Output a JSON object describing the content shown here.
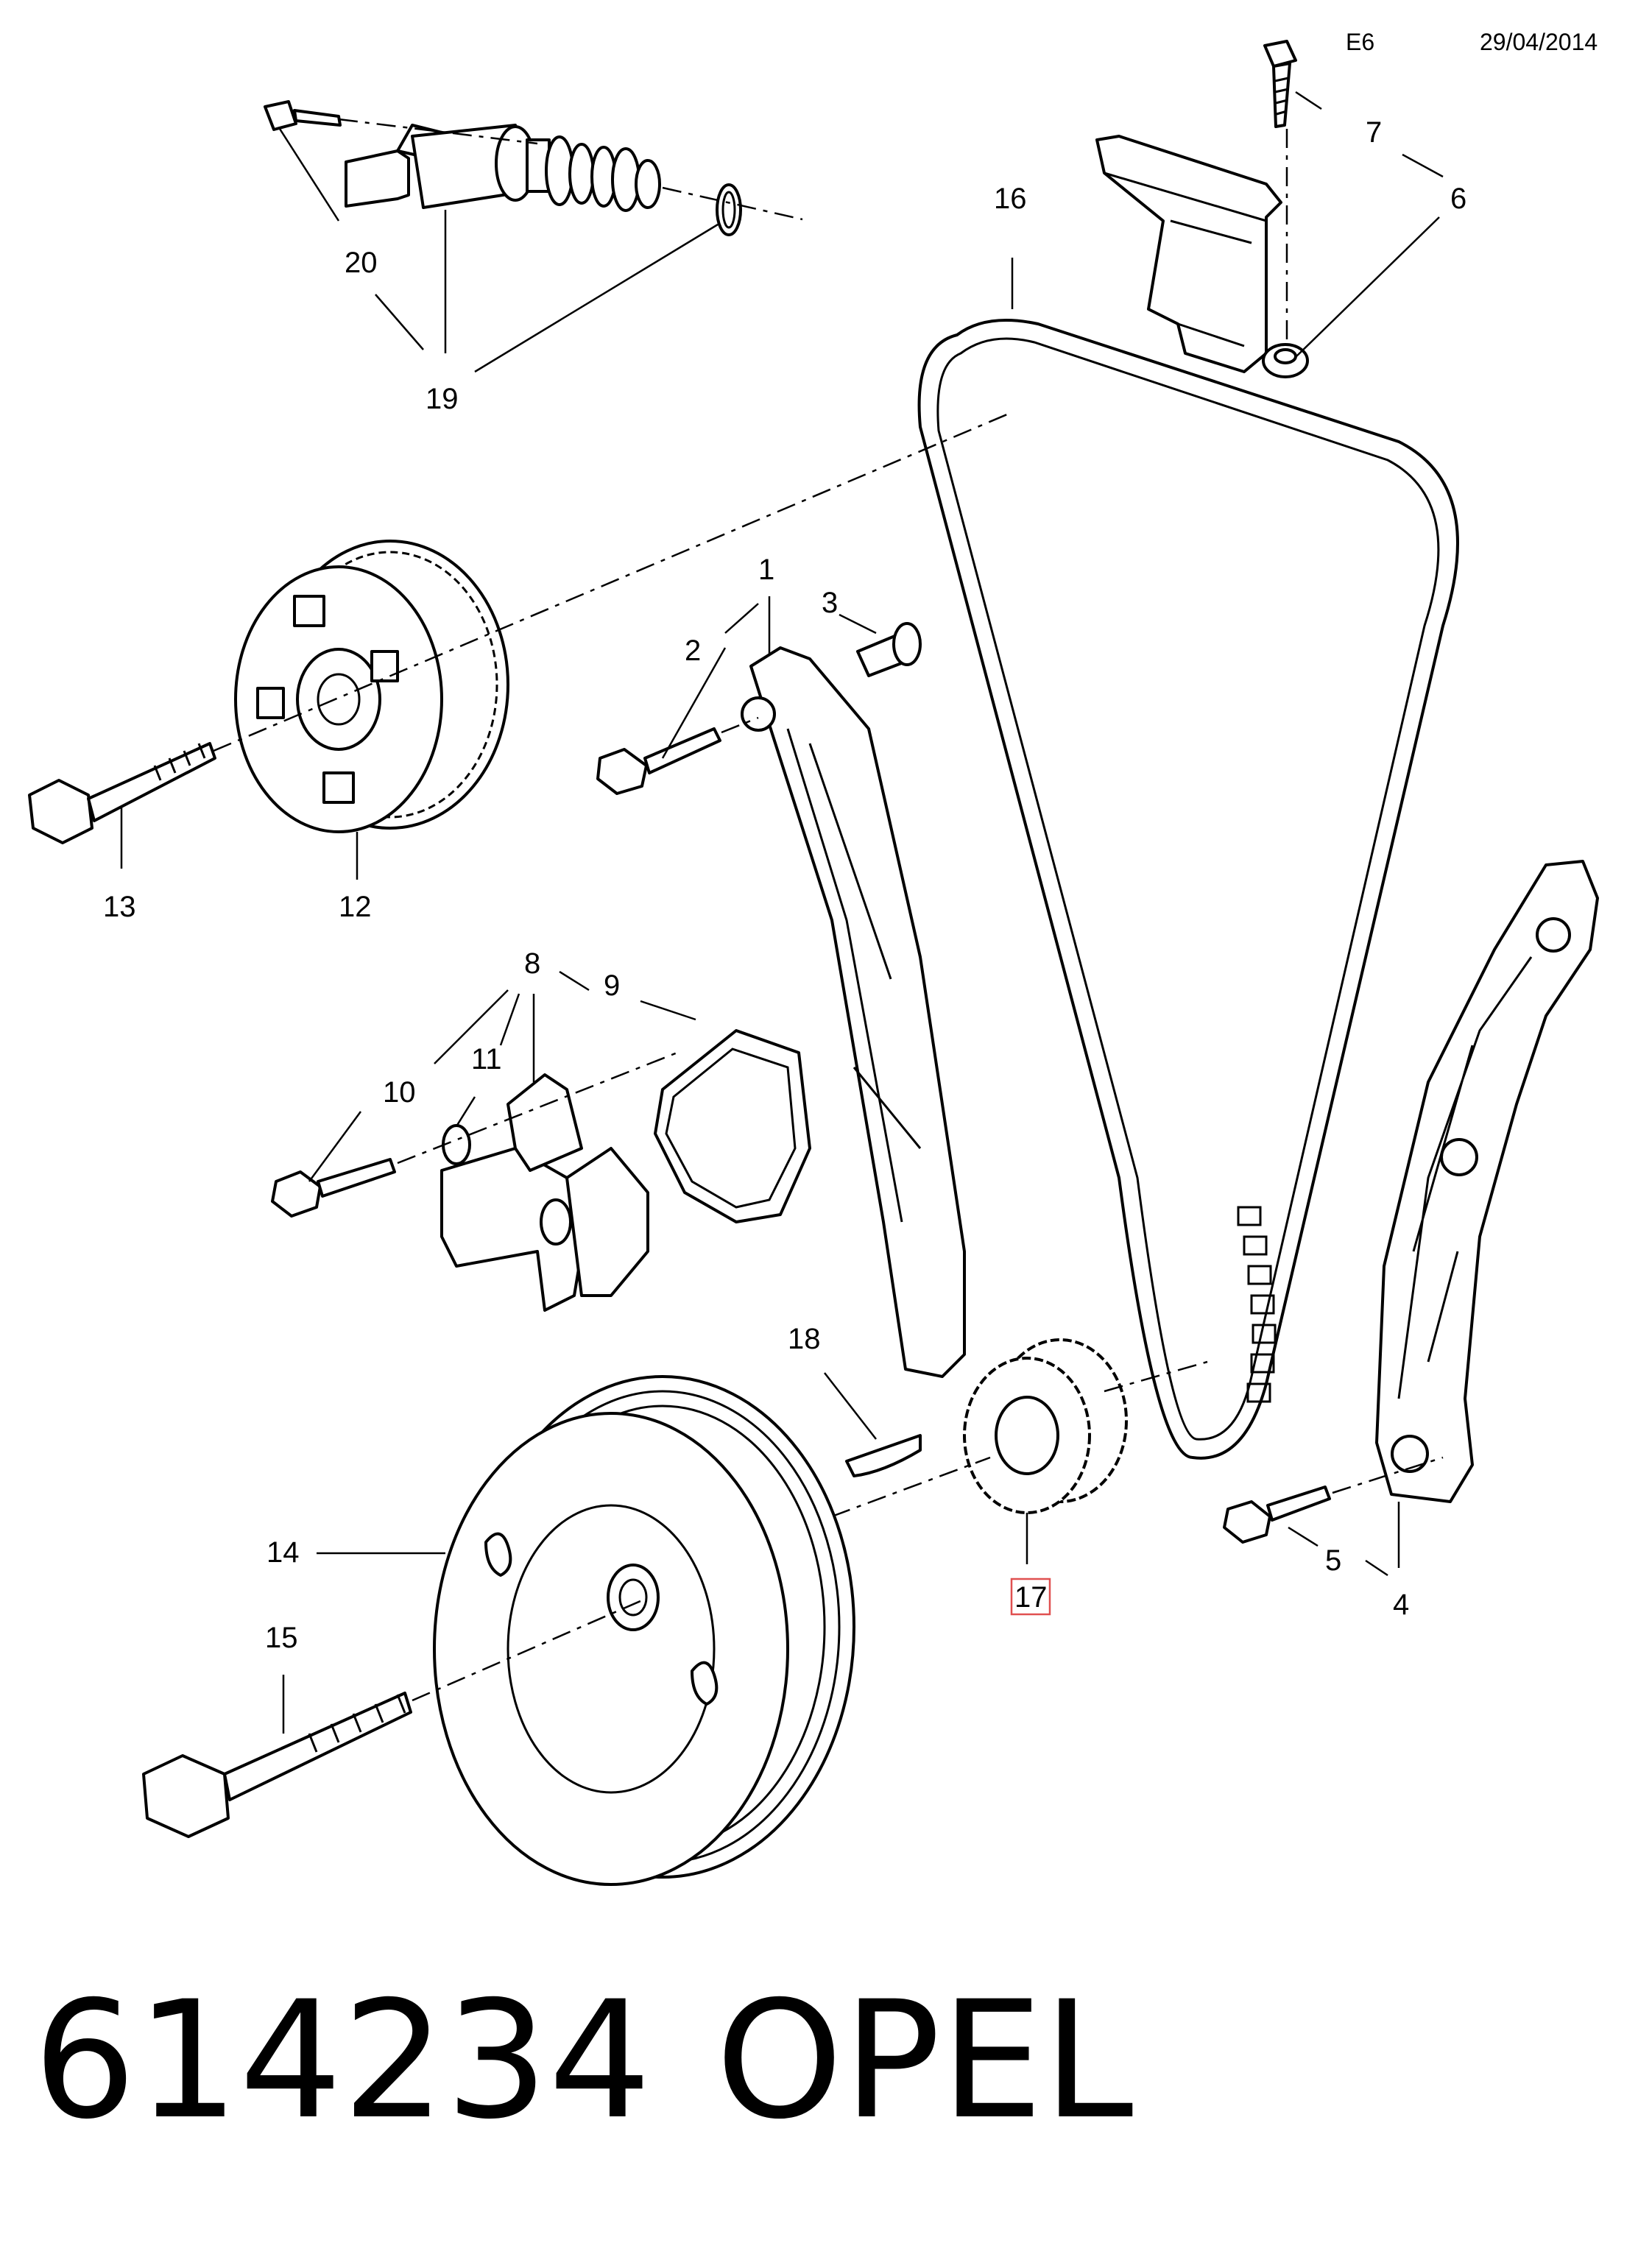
{
  "header": {
    "code": "E6",
    "date": "29/04/2014"
  },
  "footer": {
    "part_number": "614234",
    "brand": "OPEL"
  },
  "highlight_color": "#e05050",
  "callouts": {
    "c1": "1",
    "c2": "2",
    "c3": "3",
    "c4": "4",
    "c5": "5",
    "c6": "6",
    "c7": "7",
    "c8": "8",
    "c9": "9",
    "c10": "10",
    "c11": "11",
    "c12": "12",
    "c13": "13",
    "c14": "14",
    "c15": "15",
    "c16": "16",
    "c17": "17",
    "c18": "18",
    "c19": "19",
    "c20": "20"
  }
}
